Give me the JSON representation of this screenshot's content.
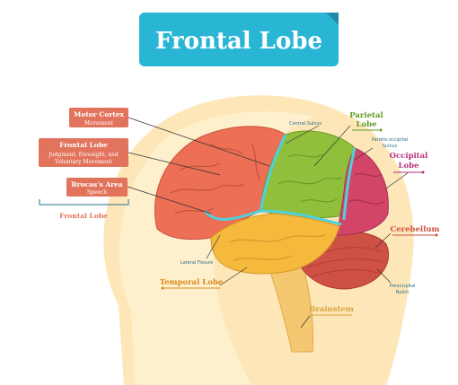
{
  "title": "Frontal Lobe",
  "colors": {
    "title_bg": "#29b6d4",
    "label_box": "#e2735c",
    "frontal": "#ec6f56",
    "parietal": "#8fbf3b",
    "occipital": "#d24569",
    "temporal": "#f5b93c",
    "cerebellum": "#cf5044",
    "brainstem": "#f4c870",
    "sulcus": "#4fd1dc",
    "head_bg": "#fde7b8"
  },
  "left_labels": {
    "motor_cortex": {
      "title": "Motor Cortex",
      "sub": "Movement"
    },
    "frontal_lobe": {
      "title": "Frontal Lobe",
      "sub1": "Judgment, Foresight, and",
      "sub2": "Voluntary Movement"
    },
    "brocas_area": {
      "title": "Brocas's Area",
      "sub": "Speech"
    },
    "bracket_label": "Frontal Lobe"
  },
  "right_labels": {
    "parietal_1": "Parietal",
    "parietal_2": "Lobe",
    "occipital_1": "Occipital",
    "occipital_2": "Lobe",
    "cerebellum": "Cerebellum",
    "temporal": "Temporal Lobe",
    "brainstem": "Brainstem"
  },
  "small_labels": {
    "central_sulcus": "Central Sulcus",
    "parieto_1": "Parieto-occipital",
    "parieto_2": "Sulcus",
    "lateral_fissure": "Lateral Fissure",
    "preoccipital_1": "Preoccipital",
    "preoccipital_2": "Notch"
  }
}
